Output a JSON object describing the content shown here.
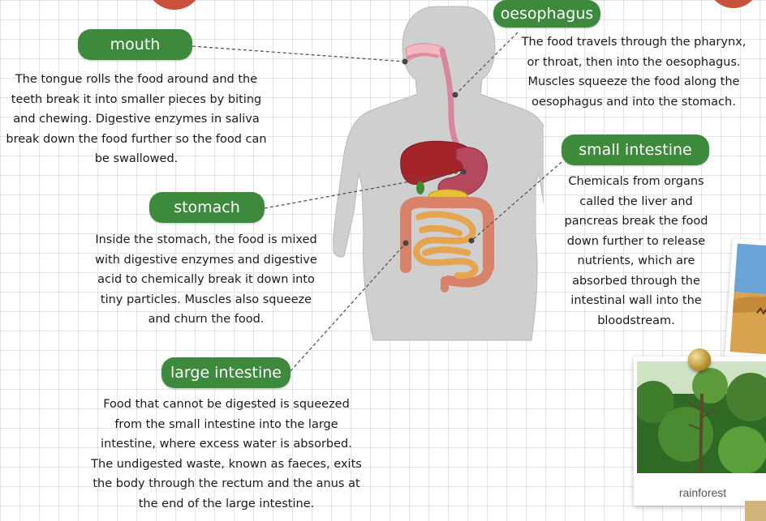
{
  "labels": {
    "mouth": "mouth",
    "oesophagus": "oesophagus",
    "stomach": "stomach",
    "small_intestine": "small intestine",
    "large_intestine": "large intestine"
  },
  "descriptions": {
    "mouth": "The tongue rolls the food around and the teeth break it into smaller pieces by biting and chewing. Digestive enzymes in saliva break down the food further so the food can be swallowed.",
    "oesophagus": "The food travels through the pharynx, or throat, then into the oesophagus. Muscles squeeze the food along the oesophagus and into the stomach.",
    "stomach": "Inside the stomach, the food is mixed with digestive enzymes and digestive acid to chemically break it down into tiny particles. Muscles also squeeze and churn the food.",
    "small_intestine": "Chemicals from organs called the liver and pancreas break the food down further to release nutrients, which are absorbed through the intestinal wall into the bloodstream.",
    "large_intestine": "Food that cannot be digested is squeezed from the small intestine into the large intestine, where excess water is absorbed. The undigested waste, known as faeces, exits the body through the rectum and the anus at the end of the large intestine."
  },
  "photo_caption": "rainforest",
  "colors": {
    "label_green": "#3e8a3c",
    "grid": "#e3e3e3",
    "accent_blob": "#c8533a"
  }
}
